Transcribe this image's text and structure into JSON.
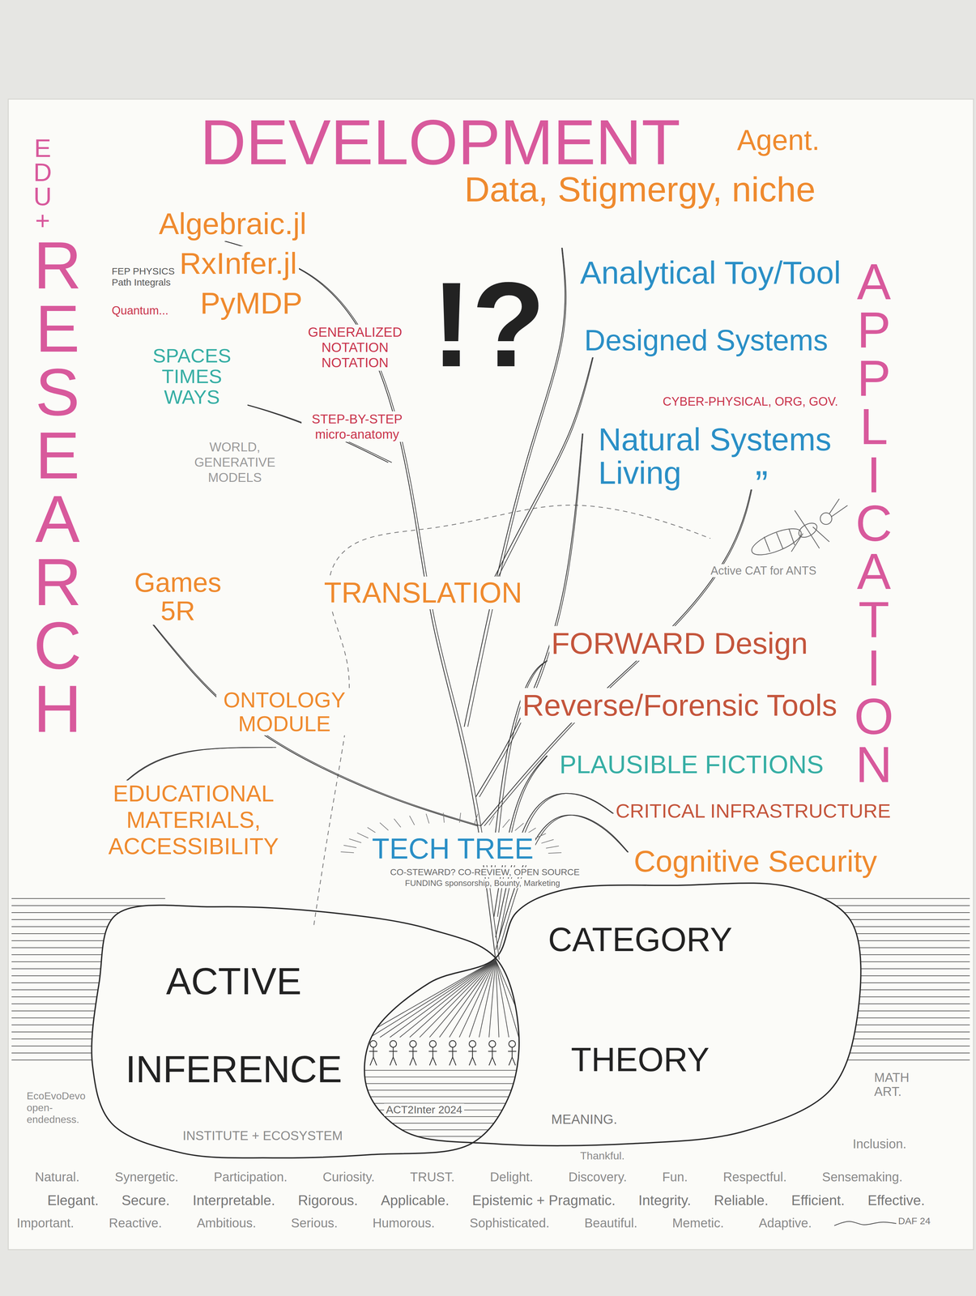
{
  "diagram": {
    "title": "DEVELOPMENT",
    "nodes": [
      {
        "text": [
          "ACTIVE INFERENCE",
          "INSTITUTE + ECOSYSTEM"
        ]
      },
      {
        "text": [
          "CATEGORY THEORY"
        ]
      }
    ],
    "labels": [
      "EDU+",
      "RESEARCH",
      "Agent.",
      "Data, Stigmergy, niche",
      "Algebraic.jl",
      "RxInfer.jl",
      "PyMDP",
      "!?",
      "Analytical Toy/Tool",
      "APPLICATION",
      "FEP PHYSICS Path Integrals",
      "Quantum...",
      "GENERALIZED NOTATION NOTATION",
      "Designed Systems",
      "SPACES TIMES WAYS",
      "CYBER-PHYSICAL, ORG, GOV.",
      "STEP-BY-STEP micro-anatomy",
      "Natural Systems Living",
      "”",
      "WORLD, GENERATIVE MODELS",
      "Active CAT for ANTS",
      "Games 5R",
      "TRANSLATION",
      "FORWARD Design",
      "ONTOLOGY MODULE",
      "Reverse/Forensic Tools",
      "PLAUSIBLE FICTIONS",
      "EDUCATIONAL MATERIALS, ACCESSIBILITY",
      "CRITICAL INFRASTRUCTURE",
      "TECH TREE",
      "Cognitive Security",
      "CO-STEWARD? CO-REVIEW, OPEN SOURCE",
      "FUNDING sponsorship, Bounty, Marketing",
      "MATH ART.",
      "EcoEvoDevo open-endedness.",
      "ACT2Inter 2024",
      "MEANING.",
      "Inclusion.",
      "Thankful.",
      "Natural.",
      "Synergetic.",
      "Participation.",
      "Curiosity.",
      "TRUST.",
      "Delight.",
      "Discovery.",
      "Fun.",
      "Respectful.",
      "Sensemaking.",
      "Elegant.",
      "Secure.",
      "Interpretable.",
      "Rigorous.",
      "Applicable.",
      "Epistemic + Pragmatic.",
      "Integrity.",
      "Reliable.",
      "Efficient.",
      "Effective.",
      "Important.",
      "Reactive.",
      "Ambitious.",
      "Serious.",
      "Humorous.",
      "Sophisticated.",
      "Beautiful.",
      "Memetic.",
      "Adaptive.",
      "DAF 24"
    ]
  }
}
